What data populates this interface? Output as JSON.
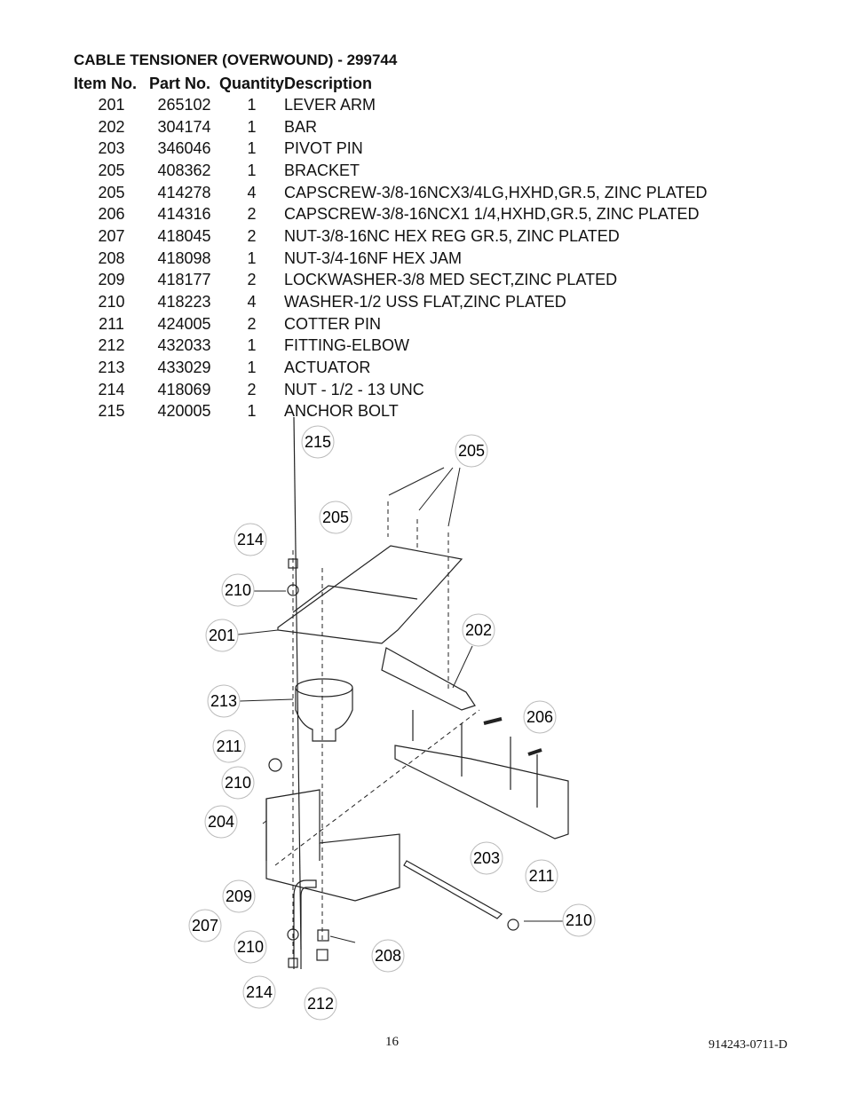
{
  "title": "CABLE TENSIONER (OVERWOUND) - 299744",
  "table": {
    "headers": [
      "Item No.",
      "Part No.",
      "Quantity",
      "Description"
    ],
    "rows": [
      [
        "201",
        "265102",
        "1",
        "LEVER ARM"
      ],
      [
        "202",
        "304174",
        "1",
        "BAR"
      ],
      [
        "203",
        "346046",
        "1",
        "PIVOT PIN"
      ],
      [
        "205",
        "408362",
        "1",
        "BRACKET"
      ],
      [
        "205",
        "414278",
        "4",
        "CAPSCREW-3/8-16NCX3/4LG,HXHD,GR.5, ZINC PLATED"
      ],
      [
        "206",
        "414316",
        "2",
        "CAPSCREW-3/8-16NCX1 1/4,HXHD,GR.5, ZINC PLATED"
      ],
      [
        "207",
        "418045",
        "2",
        "NUT-3/8-16NC HEX REG GR.5, ZINC PLATED"
      ],
      [
        "208",
        "418098",
        "1",
        "NUT-3/4-16NF HEX JAM"
      ],
      [
        "209",
        "418177",
        "2",
        "LOCKWASHER-3/8 MED SECT,ZINC PLATED"
      ],
      [
        "210",
        "418223",
        "4",
        "WASHER-1/2 USS FLAT,ZINC PLATED"
      ],
      [
        "211",
        "424005",
        "2",
        "COTTER PIN"
      ],
      [
        "212",
        "432033",
        "1",
        "FITTING-ELBOW"
      ],
      [
        "213",
        "433029",
        "1",
        "ACTUATOR"
      ],
      [
        "214",
        "418069",
        "2",
        "NUT - 1/2 - 13 UNC"
      ],
      [
        "215",
        "420005",
        "1",
        "ANCHOR BOLT"
      ]
    ]
  },
  "callouts": [
    "215",
    "205",
    "205",
    "214",
    "210",
    "201",
    "202",
    "213",
    "206",
    "211",
    "210",
    "204",
    "203",
    "211",
    "209",
    "207",
    "210",
    "210",
    "208",
    "214",
    "212"
  ],
  "footer": {
    "page_number": "16",
    "doc_code": "914243-0711-D"
  }
}
